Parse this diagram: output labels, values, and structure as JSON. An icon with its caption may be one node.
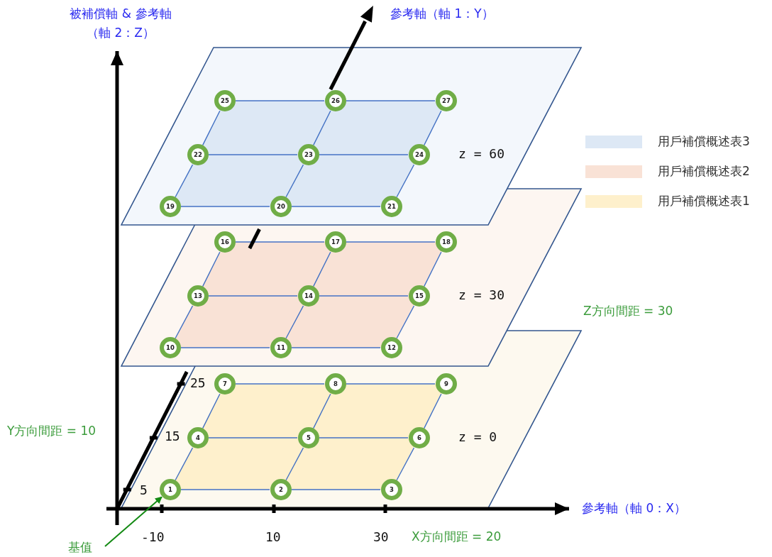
{
  "diagram": {
    "nodes": [
      {
        "text": [
          "z = 60"
        ]
      },
      {
        "text": [
          "25"
        ],
        "in": 0
      },
      {
        "text": [
          "26"
        ],
        "in": 0
      },
      {
        "text": [
          "27"
        ],
        "in": 0
      },
      {
        "text": [
          "22"
        ],
        "in": 0
      },
      {
        "text": [
          "23"
        ],
        "in": 0
      },
      {
        "text": [
          "24"
        ],
        "in": 0
      },
      {
        "text": [
          "19"
        ],
        "in": 0
      },
      {
        "text": [
          "20"
        ]
      },
      {
        "text": [
          "21"
        ]
      },
      {
        "text": [
          "z = 30"
        ]
      },
      {
        "text": [
          "16"
        ],
        "in": 10
      },
      {
        "text": [
          "17"
        ],
        "in": 10
      },
      {
        "text": [
          "18"
        ],
        "in": 10
      },
      {
        "text": [
          "13"
        ],
        "in": 10
      },
      {
        "text": [
          "14"
        ],
        "in": 10
      },
      {
        "text": [
          "15"
        ],
        "in": 10
      },
      {
        "text": [
          "10"
        ],
        "in": 10
      },
      {
        "text": [
          "11"
        ]
      },
      {
        "text": [
          "12"
        ]
      },
      {
        "text": [
          "z = 0"
        ]
      },
      {
        "text": [
          "7"
        ],
        "in": 20
      },
      {
        "text": [
          "8"
        ],
        "in": 20
      },
      {
        "text": [
          "9"
        ],
        "in": 20
      },
      {
        "text": [
          "4"
        ],
        "in": 20
      },
      {
        "text": [
          "5"
        ],
        "in": 20
      },
      {
        "text": [
          "6"
        ],
        "in": 20
      },
      {
        "text": [
          "1"
        ],
        "in": 20
      },
      {
        "text": [
          "2"
        ],
        "in": 20
      },
      {
        "text": [
          "3"
        ],
        "in": 20
      },
      {
        "text": [
          "基值"
        ]
      }
    ],
    "edges": [
      {
        "from": 1,
        "to": 2,
        "arrow": "none"
      },
      {
        "from": 2,
        "to": 3,
        "arrow": "none"
      },
      {
        "from": 4,
        "to": 5,
        "arrow": "none"
      },
      {
        "from": 5,
        "to": 6,
        "arrow": "none"
      },
      {
        "from": 7,
        "to": 8,
        "arrow": "none"
      },
      {
        "from": 8,
        "to": 9,
        "arrow": "none"
      },
      {
        "from": 7,
        "to": 4,
        "arrow": "none"
      },
      {
        "from": 4,
        "to": 1,
        "arrow": "none"
      },
      {
        "from": 8,
        "to": 5,
        "arrow": "none"
      },
      {
        "from": 5,
        "to": 2,
        "arrow": "none"
      },
      {
        "from": 9,
        "to": 6,
        "arrow": "none"
      },
      {
        "from": 6,
        "to": 3,
        "arrow": "none"
      },
      {
        "from": 11,
        "to": 12,
        "arrow": "none"
      },
      {
        "from": 12,
        "to": 13,
        "arrow": "none"
      },
      {
        "from": 14,
        "to": 15,
        "arrow": "none"
      },
      {
        "from": 15,
        "to": 16,
        "arrow": "none"
      },
      {
        "from": 17,
        "to": 18,
        "arrow": "none"
      },
      {
        "from": 18,
        "to": 19,
        "arrow": "none"
      },
      {
        "from": 17,
        "to": 14,
        "arrow": "none"
      },
      {
        "from": 14,
        "to": 11,
        "arrow": "none"
      },
      {
        "from": 18,
        "to": 15,
        "arrow": "none"
      },
      {
        "from": 15,
        "to": 12,
        "arrow": "none"
      },
      {
        "from": 19,
        "to": 16,
        "arrow": "none"
      },
      {
        "from": 16,
        "to": 13,
        "arrow": "none"
      },
      {
        "from": 21,
        "to": 22,
        "arrow": "none"
      },
      {
        "from": 22,
        "to": 23,
        "arrow": "none"
      },
      {
        "from": 24,
        "to": 25,
        "arrow": "none"
      },
      {
        "from": 25,
        "to": 26,
        "arrow": "none"
      },
      {
        "from": 27,
        "to": 28,
        "arrow": "none"
      },
      {
        "from": 28,
        "to": 29,
        "arrow": "none"
      },
      {
        "from": 27,
        "to": 24,
        "arrow": "none"
      },
      {
        "from": 24,
        "to": 21,
        "arrow": "none"
      },
      {
        "from": 28,
        "to": 25,
        "arrow": "none"
      },
      {
        "from": 25,
        "to": 22,
        "arrow": "none"
      },
      {
        "from": 29,
        "to": 26,
        "arrow": "none"
      },
      {
        "from": 26,
        "to": 23,
        "arrow": "none"
      },
      {
        "from": 30,
        "to": 27,
        "arrow": "to",
        "color": "#138a13"
      }
    ],
    "labels": [
      "被補償軸 & 參考軸",
      "（軸 2：Z）",
      "參考軸（軸 1：Y）",
      "Z方向間距 = 30",
      "25",
      "Y方向間距 = 10",
      "15",
      "5",
      "參考軸（軸 0：X）",
      "-10",
      "10",
      "30",
      "X方向間距 = 20"
    ],
    "legend": [
      {
        "text": "用戶補償概述表3",
        "color": "#dde8f5"
      },
      {
        "text": "用戶補償概述表2",
        "color": "#f9e2d6"
      },
      {
        "text": "用戶補償概述表1",
        "color": "#fef0cc"
      }
    ]
  }
}
